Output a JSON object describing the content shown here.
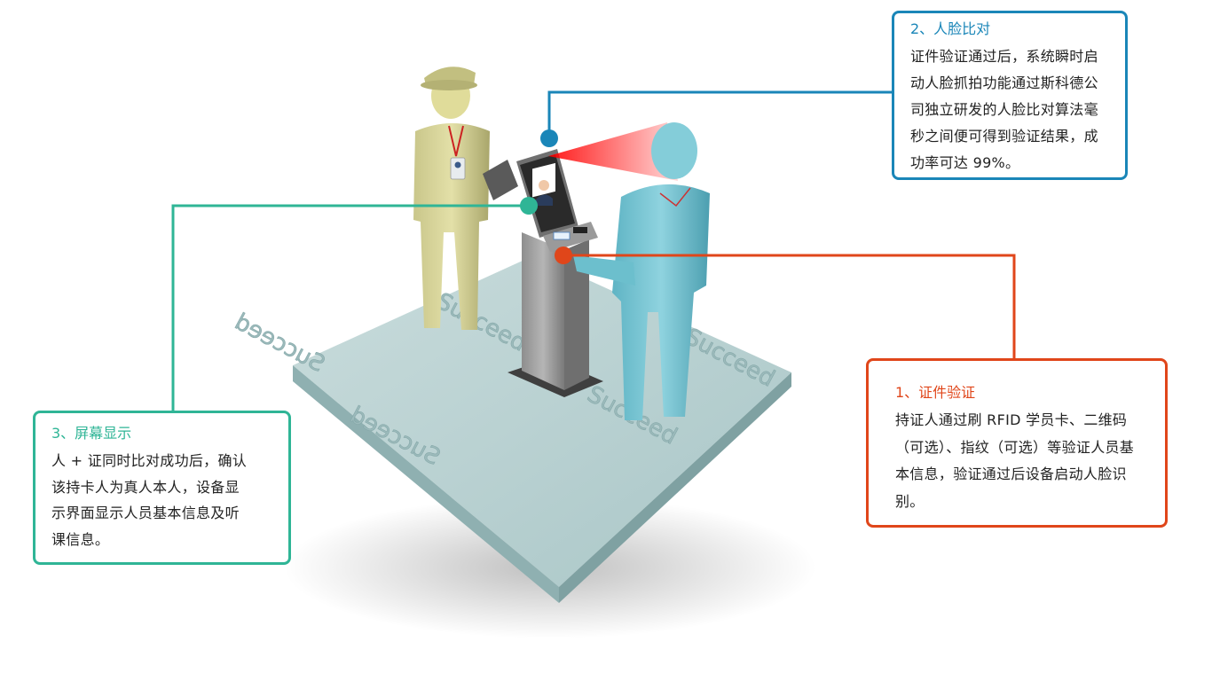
{
  "colors": {
    "face": "#1a86b8",
    "card": "#e0461a",
    "screen": "#2fb596",
    "text": "#222222"
  },
  "callouts": {
    "face_compare": {
      "title": "2、人脸比对",
      "lines": [
        "证件验证通过后，系统瞬时启",
        "动人脸抓拍功能通过斯科德公",
        "司独立研发的人脸比对算法毫",
        "秒之间便可得到验证结果，成",
        "功率可达 99%。"
      ]
    },
    "card_verify": {
      "title": "1、证件验证",
      "lines": [
        "持证人通过刷 RFID 学员卡、二维码",
        "（可选）、指纹（可选）等验证人员基",
        "本信息，验证通过后设备启动人脸识",
        "别。"
      ]
    },
    "screen_display": {
      "title": "3、屏幕显示",
      "lines": [
        "人 + 证同时比对成功后，确认",
        "该持卡人为真人本人，设备显",
        "示界面显示人员基本信息及听",
        "课信息。"
      ]
    }
  },
  "platform_logo_text": "Succeed",
  "icons": [
    "police-guard-figure",
    "visitor-figure",
    "terminal-kiosk",
    "face-photo",
    "face-scan-beam"
  ]
}
